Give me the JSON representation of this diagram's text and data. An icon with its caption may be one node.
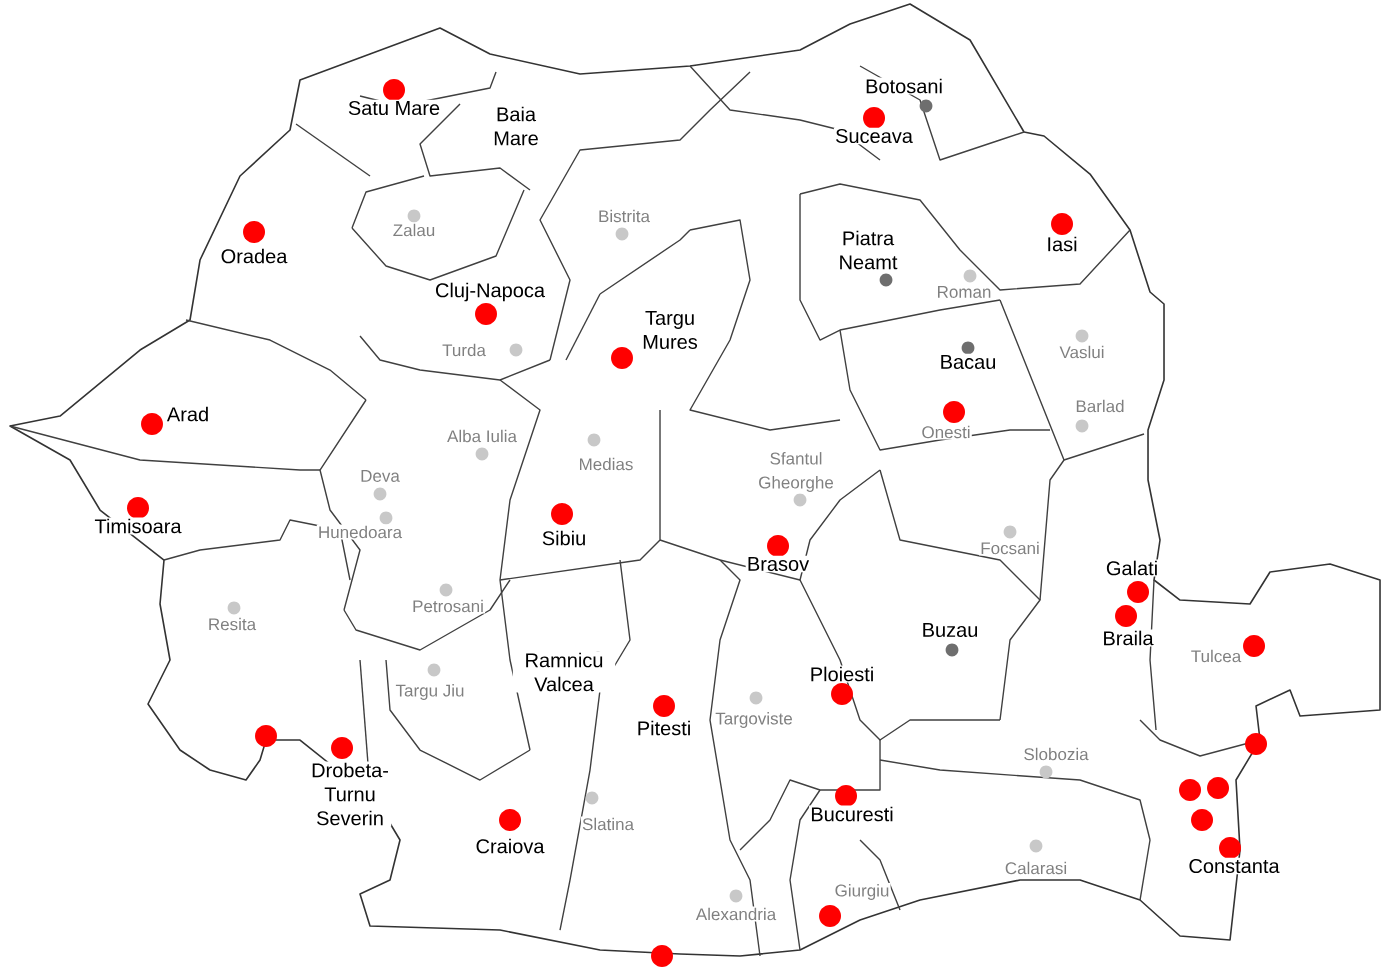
{
  "diagram": {
    "labels": [
      "Botosani",
      "Satu Mare",
      "Baia Mare",
      "Suceava",
      "Oradea",
      "Zalau",
      "Bistrita",
      "Iasi",
      "Piatra Neamt",
      "Roman",
      "Cluj-Napoca",
      "Targu Mures",
      "Turda",
      "Vaslui",
      "Bacau",
      "Arad",
      "Barlad",
      "Alba Iulia",
      "Onesti",
      "Medias",
      "Sfantul Gheorghe",
      "Deva",
      "Timisoara",
      "Hunedoara",
      "Sibiu",
      "Brasov",
      "Focsani",
      "Galati",
      "Petrosani",
      "Braila",
      "Resita",
      "Buzau",
      "Tulcea",
      "Ramnicu Valcea",
      "Targu Jiu",
      "Ploiesti",
      "Pitesti",
      "Targoviste",
      "Slobozia",
      "Drobeta-Turnu Severin",
      "Slatina",
      "Craiova",
      "Bucuresti",
      "Calarasi",
      "Constanta",
      "Alexandria",
      "Giurgiu"
    ]
  }
}
